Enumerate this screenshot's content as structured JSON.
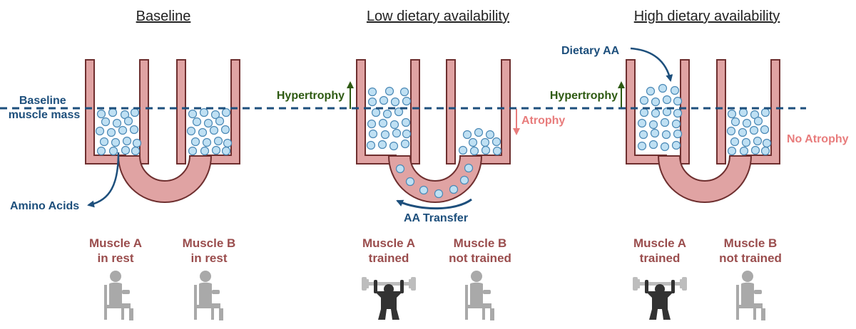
{
  "titles": {
    "baseline": "Baseline",
    "low": "Low dietary availability",
    "high": "High dietary availability"
  },
  "labels": {
    "baseline_line_1": "Baseline",
    "baseline_line_2": "muscle mass",
    "amino_acids": "Amino Acids",
    "aa_transfer": "AA Transfer",
    "dietary_aa": "Dietary AA",
    "hypertrophy": "Hypertrophy",
    "atrophy": "Atrophy",
    "no_atrophy": "No Atrophy"
  },
  "muscles": {
    "p1_a_1": "Muscle A",
    "p1_a_2": "in rest",
    "p1_b_1": "Muscle B",
    "p1_b_2": "in rest",
    "p2_a_1": "Muscle A",
    "p2_a_2": "trained",
    "p2_b_1": "Muscle B",
    "p2_b_2": "not trained",
    "p3_a_1": "Muscle A",
    "p3_a_2": "trained",
    "p3_b_1": "Muscle B",
    "p3_b_2": "not trained"
  },
  "colors": {
    "container": "#e0a3a3",
    "container_stroke": "#6e2f2f",
    "particle": "#bfe0f3",
    "particle_stroke": "#4a88b5",
    "baseline_line": "#1d4f7c",
    "hypertrophy": "#2e5a12",
    "atrophy": "#e87c7c",
    "muscle_label": "#9a4d4d",
    "figure_rest": "#a9a9a9",
    "figure_trained": "#333333"
  },
  "icons": {
    "rest": "seated-person-icon",
    "trained": "weightlifter-icon"
  }
}
